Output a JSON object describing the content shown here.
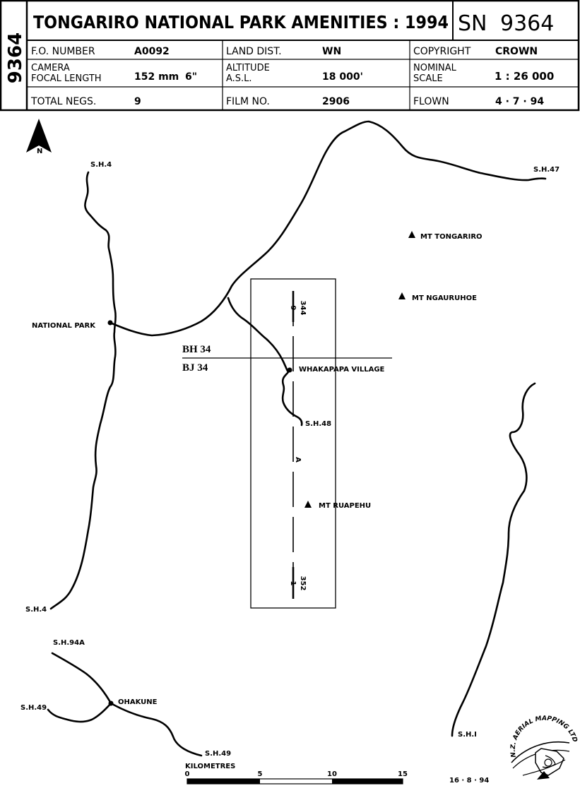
{
  "header": {
    "sheet_id": "9364",
    "title": "TONGARIRO NATIONAL PARK AMENITIES : 1994",
    "sn_label": "SN",
    "sn_number": "9364",
    "fo_label": "F.O. NUMBER",
    "fo_value": "A0092",
    "land_label": "LAND DIST.",
    "land_value": "WN",
    "copyright_label": "COPYRIGHT",
    "copyright_value": "CROWN",
    "camera_label_1": "CAMERA",
    "camera_label_2": "FOCAL LENGTH",
    "focal_mm": "152 mm",
    "focal_in": "6\"",
    "altitude_label_1": "ALTITUDE",
    "altitude_label_2": "A.S.L.",
    "altitude_value": "18 000'",
    "scale_label_1": "NOMINAL",
    "scale_label_2": "SCALE",
    "scale_value": "1 : 26 000",
    "negs_label": "TOTAL NEGS.",
    "negs_value": "9",
    "film_label": "FILM NO.",
    "film_value": "2906",
    "flown_label": "FLOWN",
    "flown_value": "4 · 7 · 94"
  },
  "map": {
    "north": "N",
    "roads": {
      "sh4_north": "S.H.4",
      "sh47": "S.H.47",
      "sh4_south": "S.H.4",
      "sh94a": "S.H.94A",
      "sh49_west": "S.H.49",
      "sh49_south": "S.H.49",
      "sh48": "S.H.48",
      "sh1": "S.H.I"
    },
    "places": {
      "national_park": "NATIONAL PARK",
      "whakapapa": "WHAKAPAPA VILLAGE",
      "ohakune": "OHAKUNE"
    },
    "peaks": {
      "tongariro": "MT  TONGARIRO",
      "ngauruhoe": "MT  NGAURUHOE",
      "ruapehu": "MT  RUAPEHU"
    },
    "grid": {
      "upper": "BH 34",
      "lower": "BJ 34"
    },
    "flight_line": {
      "run": "A",
      "start_run": "9",
      "start_frame": "344",
      "end_run": "1",
      "end_frame": "352"
    },
    "scale_bar": {
      "title": "KILOMETRES",
      "ticks": [
        "0",
        "5",
        "10",
        "15"
      ]
    },
    "stamp_text": "N.Z. AERIAL MAPPING LTD",
    "date": "16 · 8 · 94"
  }
}
